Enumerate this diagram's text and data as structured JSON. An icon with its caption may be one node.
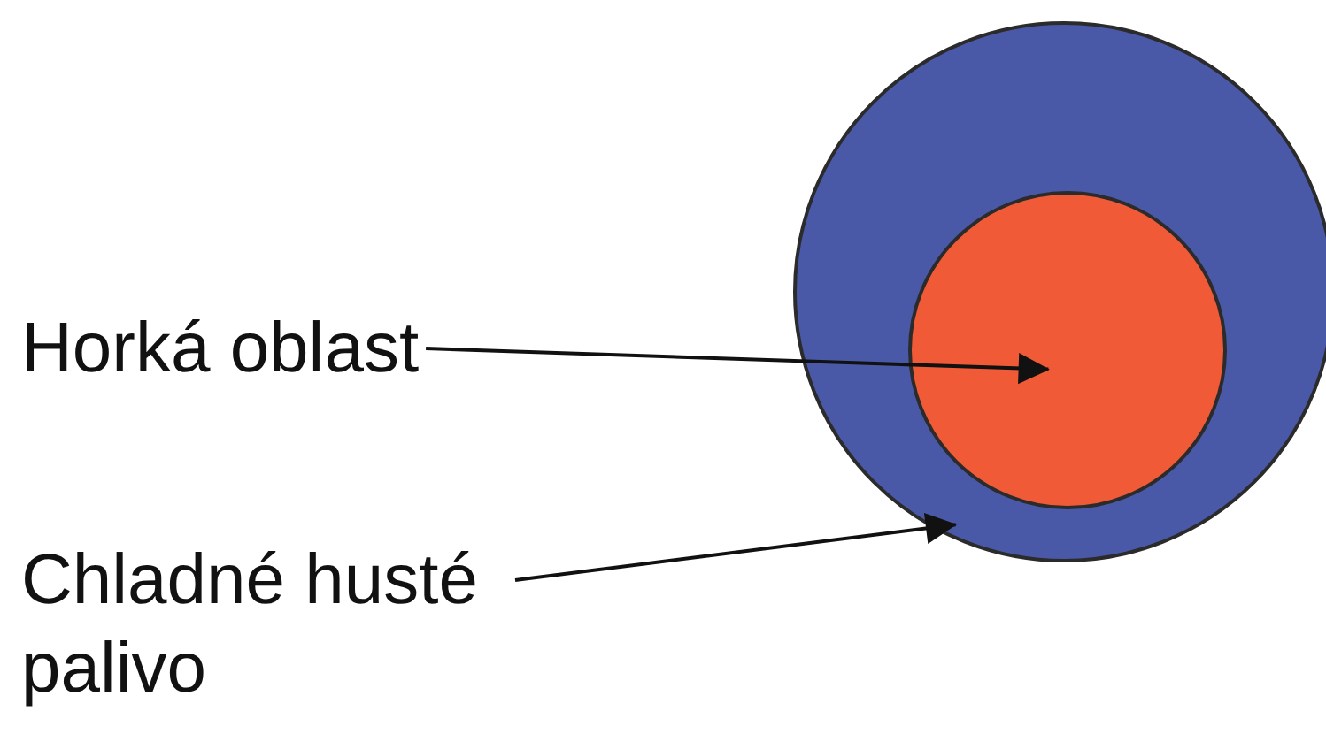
{
  "diagram": {
    "nodes": [
      {
        "text": [],
        "shape": "circle"
      },
      {
        "text": [],
        "shape": "circle",
        "in": 0
      },
      {
        "text": [
          "Horká oblast"
        ]
      },
      {
        "text": [
          "Chladné husté palivo"
        ]
      }
    ],
    "edges": [
      {
        "from": 2,
        "to": 1,
        "arrow": "to"
      },
      {
        "from": 3,
        "to": 0,
        "arrow": "to"
      }
    ]
  }
}
